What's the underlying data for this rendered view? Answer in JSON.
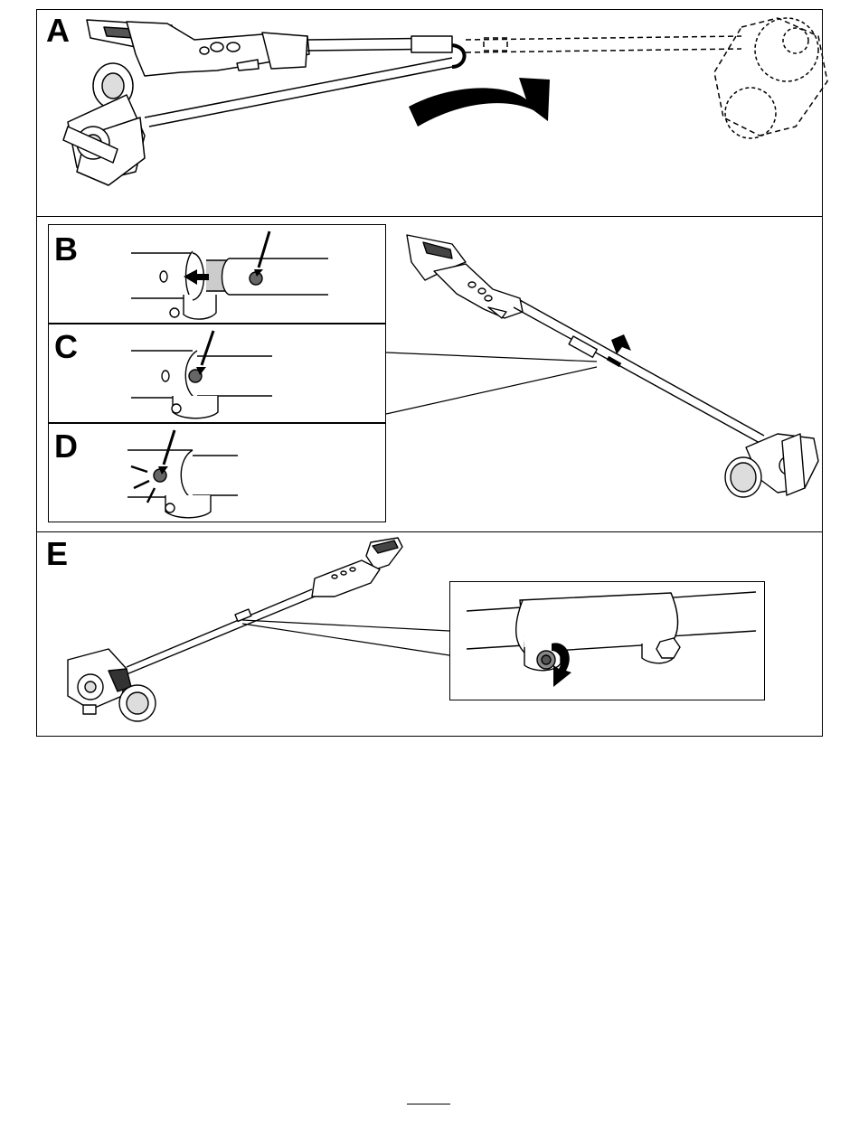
{
  "figure": {
    "panels": [
      {
        "label": "A"
      },
      {
        "label": "B"
      },
      {
        "label": "C"
      },
      {
        "label": "D"
      },
      {
        "label": "E"
      }
    ]
  }
}
